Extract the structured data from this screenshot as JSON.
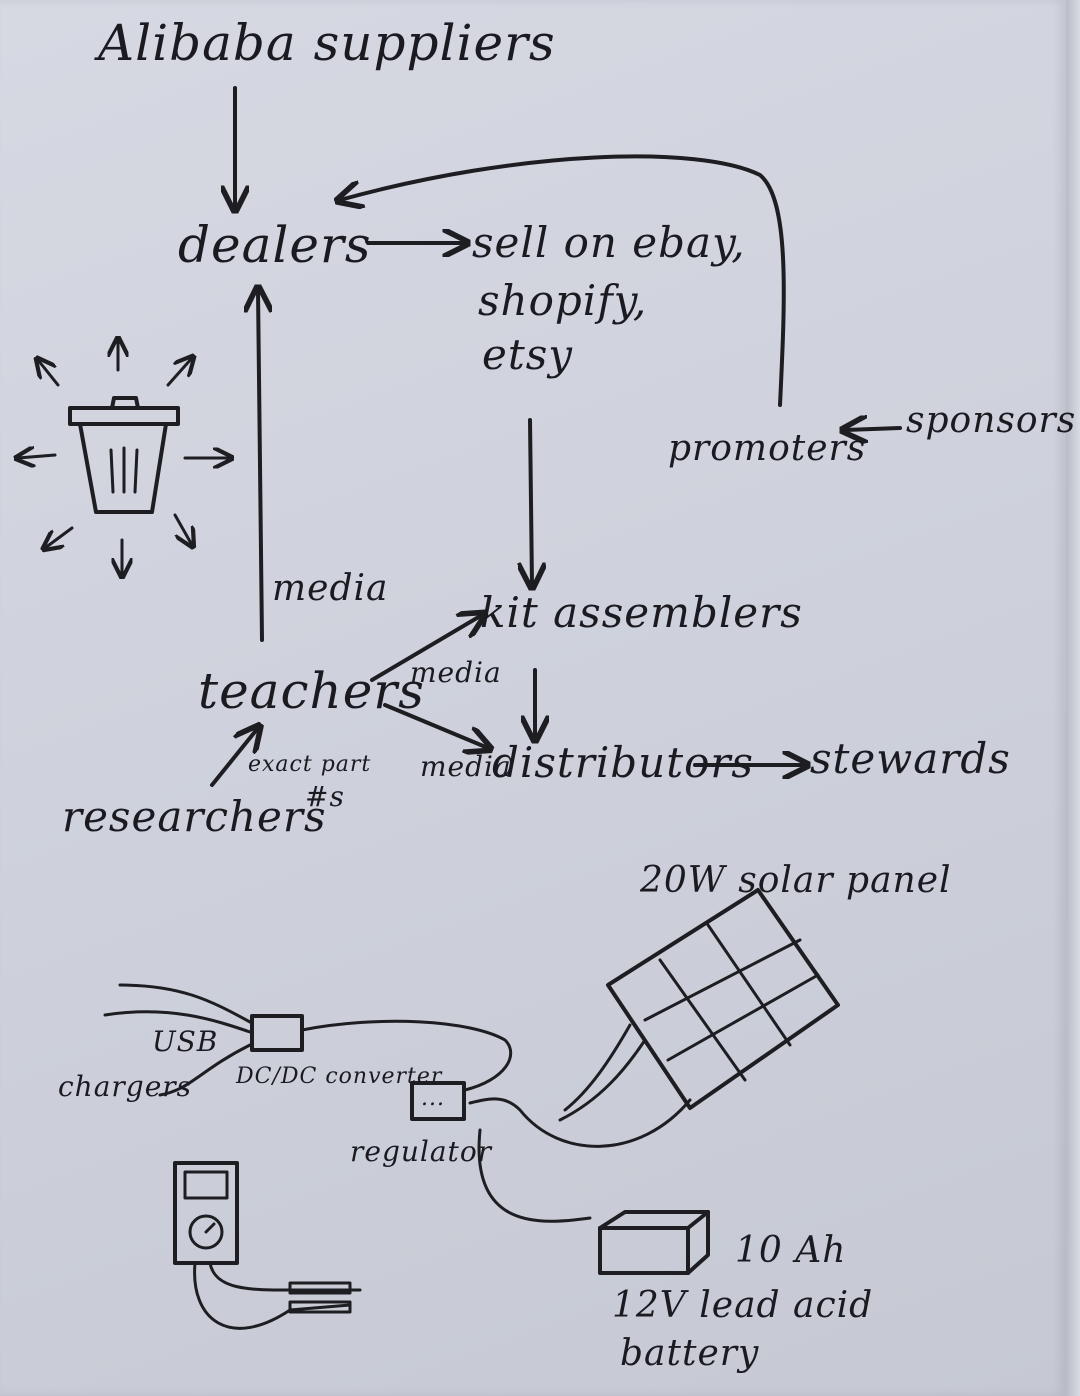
{
  "flow": {
    "alibaba": "Alibaba suppliers",
    "dealers": "dealers",
    "sell1": "sell on ebay,",
    "sell2": "shopify,",
    "sell3": "etsy",
    "promoters": "promoters",
    "sponsors": "sponsors",
    "media_left": "media",
    "kit_assemblers": "kit assemblers",
    "media_mid": "media",
    "teachers": "teachers",
    "distributors": "distributors",
    "media_bottom": "media",
    "stewards": "stewards",
    "researchers": "researchers",
    "exact_part": "exact part",
    "part_no": "#s"
  },
  "hardware": {
    "solar_panel": "20W solar panel",
    "usb": "USB",
    "chargers": "chargers",
    "converter": "DC/DC converter",
    "regulator": "regulator",
    "regulator_dots": "...",
    "capacity": "10 Ah",
    "battery1": "12V lead acid",
    "battery2": "battery"
  }
}
